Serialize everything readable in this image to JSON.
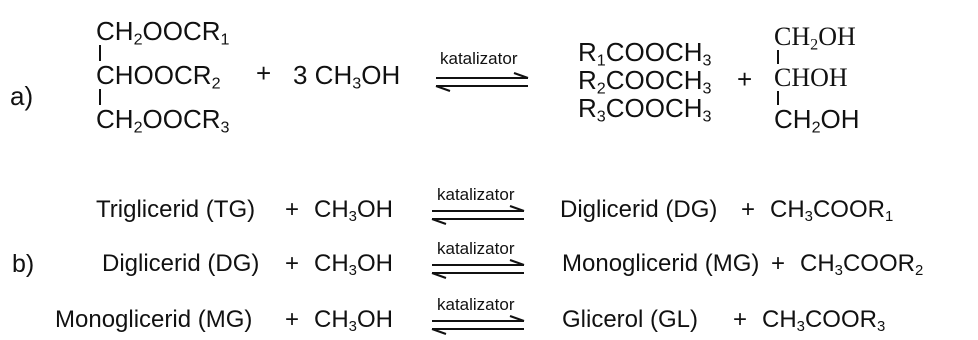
{
  "labels": {
    "a": "a)",
    "b": "b)"
  },
  "catalyst": "katalizator",
  "reaction_a": {
    "ester1": {
      "pre": "CH",
      "sub": "2",
      "post": "OOCR",
      "sub2": "1"
    },
    "ester2": {
      "pre": "CHOOCR",
      "sub": "2"
    },
    "ester3": {
      "pre": "CH",
      "sub": "2",
      "post": "OOCR",
      "sub2": "3"
    },
    "plus1": "+",
    "methanol": {
      "pre": "3 CH",
      "sub": "3",
      "post": "OH"
    },
    "prod1": {
      "pre": "R",
      "sub": "1",
      "mid": "COOCH",
      "sub2": "3"
    },
    "prod2": {
      "pre": "R",
      "sub": "2",
      "mid": "COOCH",
      "sub2": "3"
    },
    "prod3": {
      "pre": "R",
      "sub": "3",
      "mid": "COOCH",
      "sub2": "3"
    },
    "plus2": "+",
    "gly1": {
      "pre": "CH",
      "sub": "2",
      "post": "OH"
    },
    "gly2": "CHOH",
    "gly3": {
      "pre": "CH",
      "sub": "2",
      "post": "OH"
    }
  },
  "reaction_b": [
    {
      "reactant": "Triglicerid (TG)",
      "plus": "+",
      "mpre": "CH",
      "msub": "3",
      "mpost": "OH",
      "product": "Diglicerid (DG)",
      "plus2": "+",
      "ppre": "CH",
      "psub": "3",
      "pmid": "COOR",
      "psub2": "1"
    },
    {
      "reactant": "Diglicerid (DG)",
      "plus": "+",
      "mpre": "CH",
      "msub": "3",
      "mpost": "OH",
      "product": "Monoglicerid (MG)",
      "plus2": "+",
      "ppre": "CH",
      "psub": "3",
      "pmid": "COOR",
      "psub2": "2"
    },
    {
      "reactant": "Monoglicerid (MG)",
      "plus": "+",
      "mpre": "CH",
      "msub": "3",
      "mpost": "OH",
      "product": "Glicerol (GL)",
      "plus2": "+",
      "ppre": "CH",
      "psub": "3",
      "pmid": "COOR",
      "psub2": "3"
    }
  ]
}
